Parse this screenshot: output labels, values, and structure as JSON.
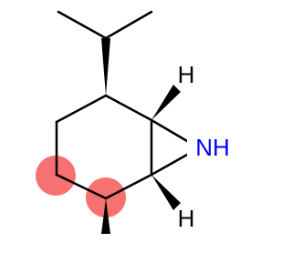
{
  "molecule": {
    "atom_labels": {
      "h_top": "H",
      "h_bottom": "H",
      "nh": "NH"
    },
    "colors": {
      "bond": "#000000",
      "nitrogen": "#0000ff",
      "hydrogen": "#000000",
      "highlight": "#f87171"
    }
  }
}
